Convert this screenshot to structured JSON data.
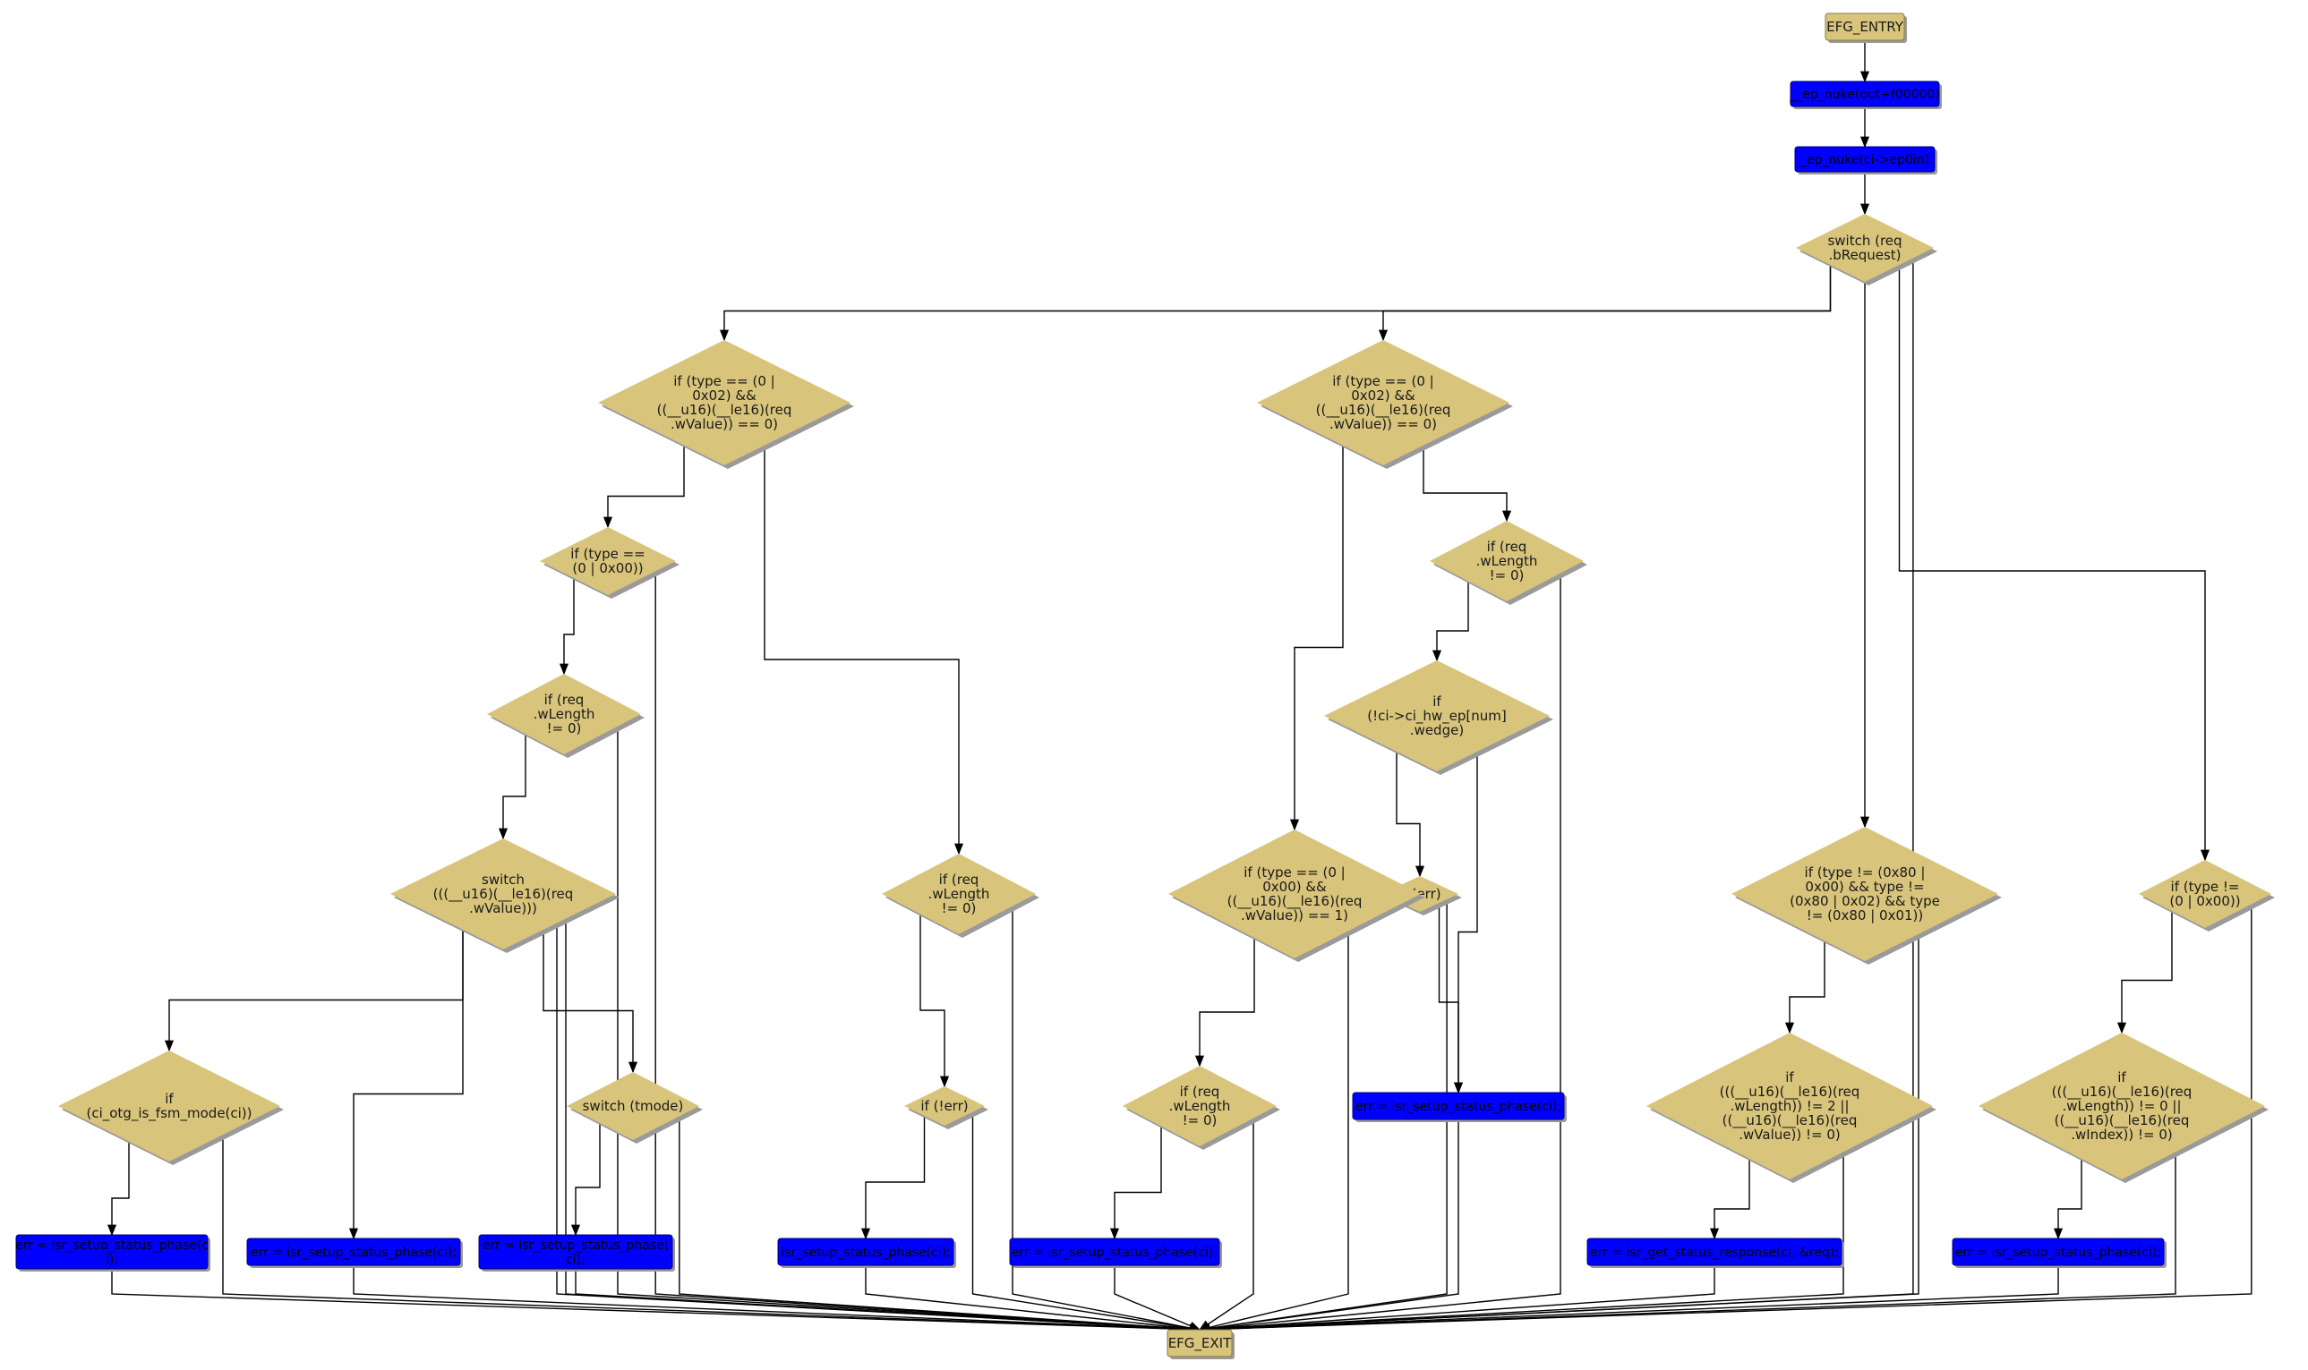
{
  "diagram": {
    "title": "",
    "entry": "EFG_ENTRY",
    "exit": "EFG_EXIT",
    "nodes": {
      "entry": {
        "kind": "terminal",
        "lines": [
          "EFG_ENTRY"
        ]
      },
      "a1": {
        "kind": "action",
        "lines": [
          "__ep_nuke(out+f00000)"
        ]
      },
      "a2": {
        "kind": "action",
        "lines": [
          "_ep_nuke(ci->ep0in)"
        ]
      },
      "sw": {
        "kind": "decision",
        "lines": [
          "switch (req",
          ".bRequest)"
        ]
      },
      "dL": {
        "kind": "decision",
        "lines": [
          "if (type == (0 |",
          "0x02) &&",
          "((__u16)(__le16)(req",
          ".wValue)) == 0)"
        ]
      },
      "dM": {
        "kind": "decision",
        "lines": [
          "if (type == (0 |",
          "0x02) &&",
          "((__u16)(__le16)(req",
          ".wValue)) == 0)"
        ]
      },
      "t0": {
        "kind": "decision",
        "lines": [
          "if (type ==",
          "(0 | 0x00))"
        ]
      },
      "rwl1": {
        "kind": "decision",
        "lines": [
          "if (req",
          ".wLength",
          "!= 0)"
        ]
      },
      "swv": {
        "kind": "decision",
        "lines": [
          "switch",
          "(((__u16)(__le16)(req",
          ".wValue)))"
        ]
      },
      "fsm": {
        "kind": "decision",
        "lines": [
          "if",
          "(ci_otg_is_fsm_mode(ci))"
        ]
      },
      "tmode": {
        "kind": "decision",
        "lines": [
          "switch (tmode)"
        ]
      },
      "rwl2": {
        "kind": "decision",
        "lines": [
          "if (req",
          ".wLength",
          "!= 0)"
        ]
      },
      "err1": {
        "kind": "decision",
        "lines": [
          "if (!err)"
        ]
      },
      "rwl3": {
        "kind": "decision",
        "lines": [
          "if (req",
          ".wLength",
          "!= 0)"
        ]
      },
      "wedge": {
        "kind": "decision",
        "lines": [
          "if",
          "(!ci->ci_hw_ep[num]",
          ".wedge)"
        ]
      },
      "err2": {
        "kind": "decision",
        "lines": [
          "if (err)"
        ]
      },
      "t1": {
        "kind": "decision",
        "lines": [
          "if (type == (0 |",
          "0x00) &&",
          "((__u16)(__le16)(req",
          ".wValue)) == 1)"
        ]
      },
      "rwl4": {
        "kind": "decision",
        "lines": [
          "if (req",
          ".wLength",
          "!= 0)"
        ]
      },
      "t80": {
        "kind": "decision",
        "lines": [
          "if (type != (0x80 |",
          "0x00) && type !=",
          "(0x80 | 0x02) && type",
          "!= (0x80 | 0x01))"
        ]
      },
      "wlen2": {
        "kind": "decision",
        "lines": [
          "if",
          "(((__u16)(__le16)(req",
          ".wLength)) != 2 ||",
          "((__u16)(__le16)(req",
          ".wValue)) != 0)"
        ]
      },
      "tne": {
        "kind": "decision",
        "lines": [
          "if (type !=",
          "(0 | 0x00))"
        ]
      },
      "wlen0": {
        "kind": "decision",
        "lines": [
          "if",
          "(((__u16)(__le16)(req",
          ".wLength)) != 0 ||",
          "((__u16)(__le16)(req",
          ".wIndex)) != 0)"
        ]
      },
      "b1": {
        "kind": "action",
        "lines": [
          "err = isr_setup_status_phase(c",
          "i);"
        ]
      },
      "b2": {
        "kind": "action",
        "lines": [
          "err = isr_setup_status_phase(ci);"
        ]
      },
      "b3": {
        "kind": "action",
        "lines": [
          "err = isr_setup_status_phase(",
          "ci);"
        ]
      },
      "b4": {
        "kind": "action",
        "lines": [
          "isr_setup_status_phase(ci);"
        ]
      },
      "b5": {
        "kind": "action",
        "lines": [
          "err = isr_setup_status_phase(ci);"
        ]
      },
      "b6": {
        "kind": "action",
        "lines": [
          "err = isr_setup_status_phase(ci);"
        ]
      },
      "b7": {
        "kind": "action",
        "lines": [
          "err = isr_get_status_response(ci, &req);"
        ]
      },
      "b8": {
        "kind": "action",
        "lines": [
          "err = isr_setup_status_phase(ci);"
        ]
      },
      "exit": {
        "kind": "terminal",
        "lines": [
          "EFG_EXIT"
        ]
      }
    },
    "edges": [
      [
        "entry",
        "a1"
      ],
      [
        "a1",
        "a2"
      ],
      [
        "a2",
        "sw"
      ],
      [
        "sw",
        "dL"
      ],
      [
        "sw",
        "dM"
      ],
      [
        "sw",
        "t80"
      ],
      [
        "sw",
        "tne"
      ],
      [
        "sw",
        "exit"
      ],
      [
        "dL",
        "t0"
      ],
      [
        "dL",
        "rwl2"
      ],
      [
        "t0",
        "rwl1"
      ],
      [
        "t0",
        "exit"
      ],
      [
        "rwl1",
        "swv"
      ],
      [
        "rwl1",
        "exit"
      ],
      [
        "swv",
        "fsm"
      ],
      [
        "swv",
        "b2"
      ],
      [
        "swv",
        "tmode"
      ],
      [
        "swv",
        "exit"
      ],
      [
        "swv",
        "exit"
      ],
      [
        "fsm",
        "b1"
      ],
      [
        "fsm",
        "exit"
      ],
      [
        "tmode",
        "b3"
      ],
      [
        "tmode",
        "exit"
      ],
      [
        "rwl2",
        "err1"
      ],
      [
        "rwl2",
        "exit"
      ],
      [
        "err1",
        "b4"
      ],
      [
        "err1",
        "exit"
      ],
      [
        "dM",
        "t1"
      ],
      [
        "dM",
        "rwl3"
      ],
      [
        "t1",
        "rwl4"
      ],
      [
        "t1",
        "exit"
      ],
      [
        "rwl4",
        "b5"
      ],
      [
        "rwl4",
        "exit"
      ],
      [
        "rwl3",
        "wedge"
      ],
      [
        "rwl3",
        "exit"
      ],
      [
        "wedge",
        "err2"
      ],
      [
        "wedge",
        "b6"
      ],
      [
        "err2",
        "b6"
      ],
      [
        "err2",
        "exit"
      ],
      [
        "t80",
        "wlen2"
      ],
      [
        "t80",
        "exit"
      ],
      [
        "wlen2",
        "b7"
      ],
      [
        "wlen2",
        "exit"
      ],
      [
        "tne",
        "wlen0"
      ],
      [
        "tne",
        "exit"
      ],
      [
        "wlen0",
        "b8"
      ],
      [
        "wlen0",
        "exit"
      ],
      [
        "b1",
        "exit"
      ],
      [
        "b2",
        "exit"
      ],
      [
        "b3",
        "exit"
      ],
      [
        "b4",
        "exit"
      ],
      [
        "b5",
        "exit"
      ],
      [
        "b6",
        "exit"
      ],
      [
        "b7",
        "exit"
      ],
      [
        "b8",
        "exit"
      ]
    ]
  }
}
